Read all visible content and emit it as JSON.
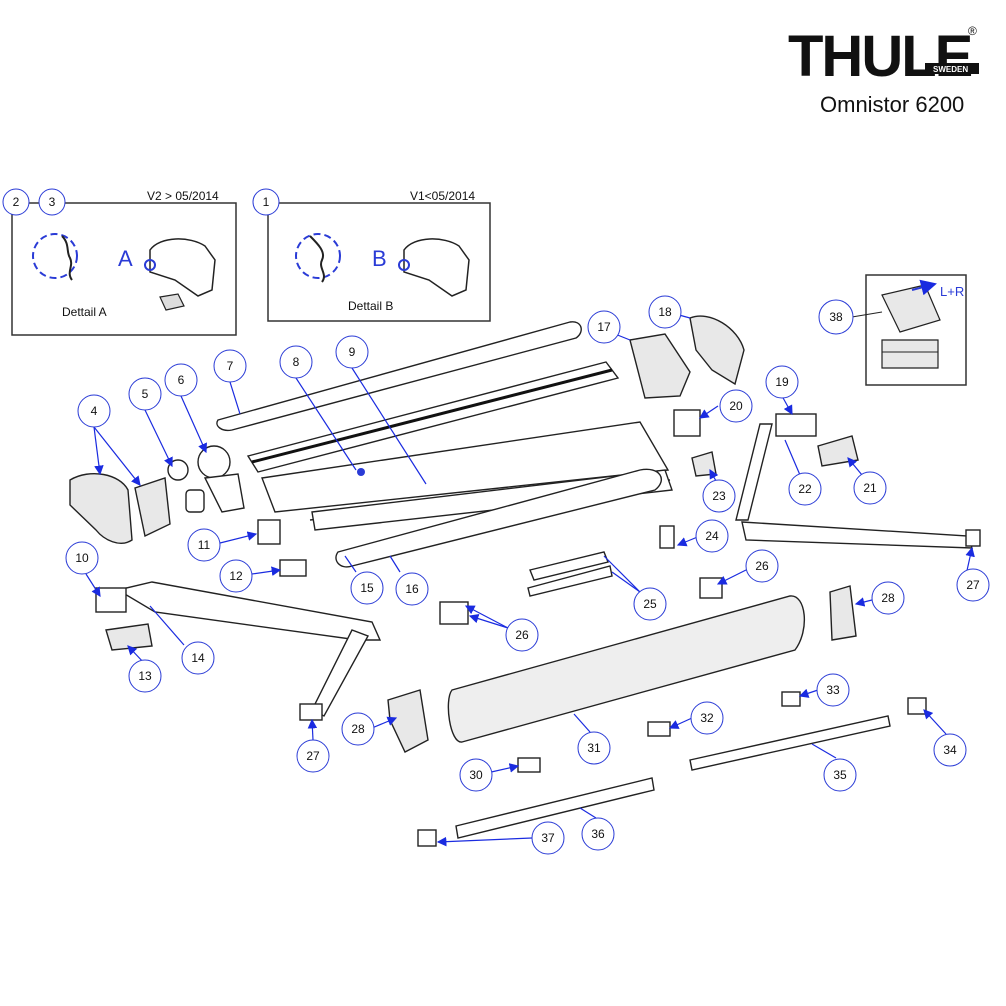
{
  "brand": {
    "logo_text": "THULE",
    "registered_mark": "®",
    "country": "SWEDEN",
    "product_name": "Omnistor 6200"
  },
  "detail_boxes": [
    {
      "version_label": "V2 > 05/2014",
      "caption": "Dettail A",
      "marker": "A",
      "numbers": [
        "2",
        "3"
      ]
    },
    {
      "version_label": "V1<05/2014",
      "caption": "Dettail B",
      "marker": "B",
      "numbers": [
        "1"
      ]
    }
  ],
  "inset_38": {
    "label": "L+R",
    "number": "38"
  },
  "callouts": [
    "4",
    "5",
    "6",
    "7",
    "8",
    "9",
    "10",
    "11",
    "12",
    "13",
    "14",
    "15",
    "16",
    "17",
    "18",
    "19",
    "20",
    "21",
    "22",
    "23",
    "24",
    "25",
    "26",
    "26",
    "27",
    "27",
    "28",
    "28",
    "30",
    "31",
    "32",
    "33",
    "34",
    "35",
    "36",
    "37"
  ],
  "colors": {
    "callout_stroke": "#2a3bd6",
    "line": "#222222",
    "arrow": "#1a2be0",
    "part_fill": "#e8e8e8"
  }
}
